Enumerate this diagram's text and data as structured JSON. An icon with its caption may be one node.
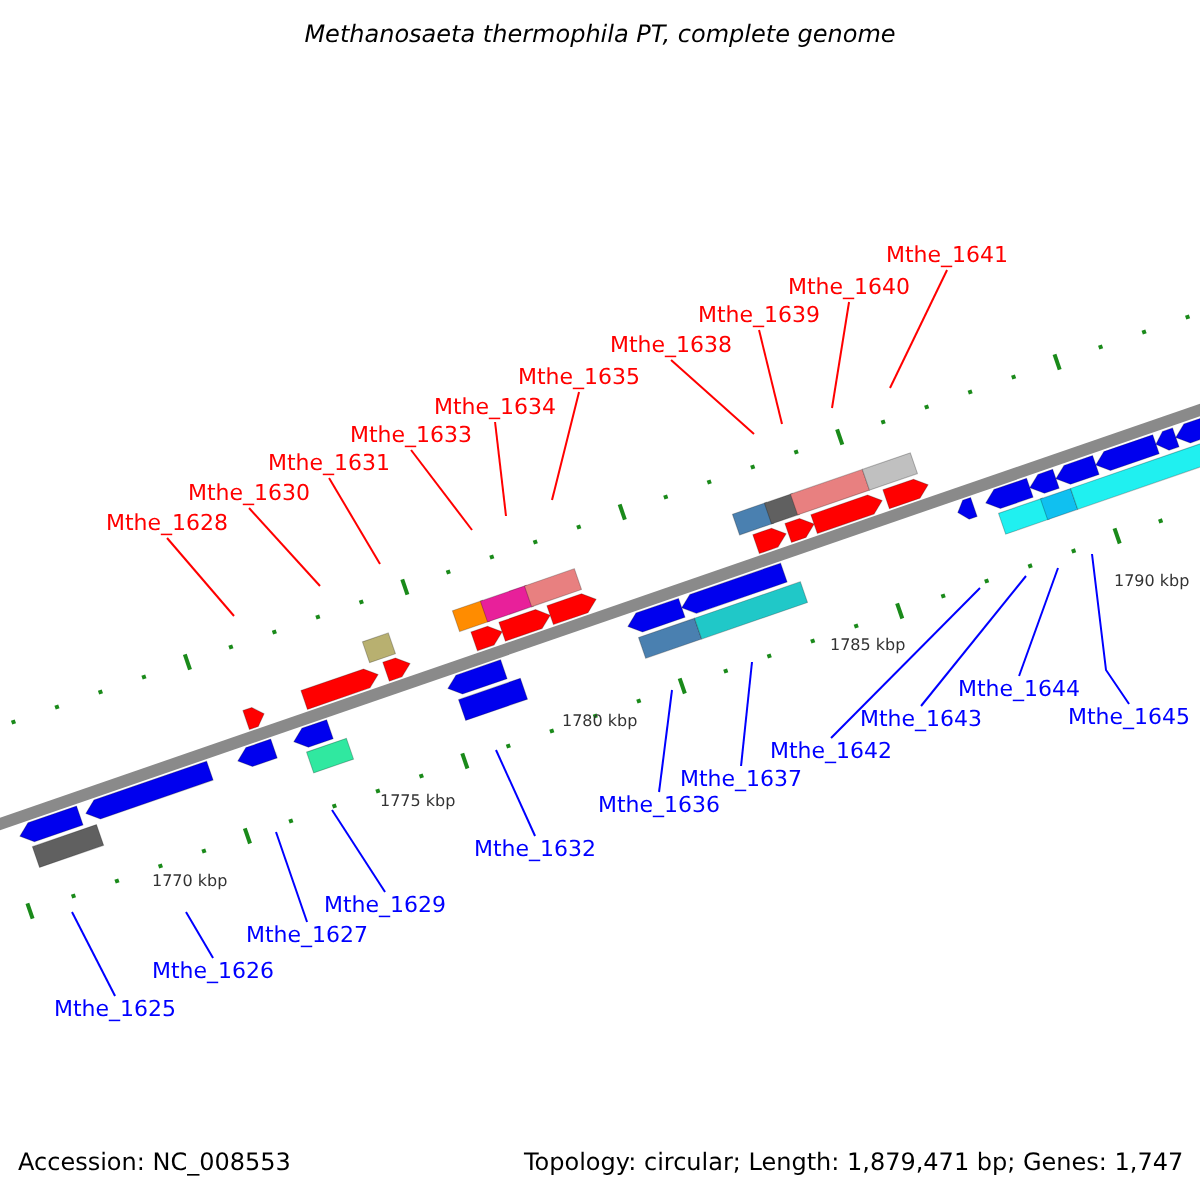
{
  "diagram": {
    "title": "Methanosaeta thermophila PT, complete genome",
    "nodes": [
      {
        "text": [
          "Mthe_1628"
        ]
      },
      {
        "text": [
          "Mthe_1630"
        ]
      },
      {
        "text": [
          "Mthe_1631"
        ]
      },
      {
        "text": [
          "Mthe_1633"
        ]
      },
      {
        "text": [
          "Mthe_1634"
        ]
      },
      {
        "text": [
          "Mthe_1635"
        ]
      },
      {
        "text": [
          "Mthe_1638"
        ]
      },
      {
        "text": [
          "Mthe_1639"
        ]
      },
      {
        "text": [
          "Mthe_1640"
        ]
      },
      {
        "text": [
          "Mthe_1641"
        ]
      },
      {
        "text": [
          "Mthe_1625"
        ]
      },
      {
        "text": [
          "Mthe_1626"
        ]
      },
      {
        "text": [
          "Mthe_1627"
        ]
      },
      {
        "text": [
          "Mthe_1629"
        ]
      },
      {
        "text": [
          "Mthe_1632"
        ]
      },
      {
        "text": [
          "Mthe_1636"
        ]
      },
      {
        "text": [
          "Mthe_1637"
        ]
      },
      {
        "text": [
          "Mthe_1642"
        ]
      },
      {
        "text": [
          "Mthe_1643"
        ]
      },
      {
        "text": [
          "Mthe_1644"
        ]
      },
      {
        "text": [
          "Mthe_1645"
        ]
      }
    ],
    "edges": [
      {
        "from": 0,
        "to": null,
        "arrow": "none",
        "color": "#ff0000"
      },
      {
        "from": 1,
        "to": null,
        "arrow": "none",
        "color": "#ff0000"
      },
      {
        "from": 2,
        "to": null,
        "arrow": "none",
        "color": "#ff0000"
      },
      {
        "from": 3,
        "to": null,
        "arrow": "none",
        "color": "#ff0000"
      },
      {
        "from": 4,
        "to": null,
        "arrow": "none",
        "color": "#ff0000"
      },
      {
        "from": 5,
        "to": null,
        "arrow": "none",
        "color": "#ff0000"
      },
      {
        "from": 6,
        "to": null,
        "arrow": "none",
        "color": "#ff0000"
      },
      {
        "from": 7,
        "to": null,
        "arrow": "none",
        "color": "#ff0000"
      },
      {
        "from": 8,
        "to": null,
        "arrow": "none",
        "color": "#ff0000"
      },
      {
        "from": 9,
        "to": null,
        "arrow": "none",
        "color": "#ff0000"
      },
      {
        "from": 10,
        "to": null,
        "arrow": "none"
      },
      {
        "from": 11,
        "to": null,
        "arrow": "none"
      },
      {
        "from": 12,
        "to": null,
        "arrow": "none"
      },
      {
        "from": 13,
        "to": null,
        "arrow": "none"
      },
      {
        "from": 14,
        "to": null,
        "arrow": "none"
      },
      {
        "from": 15,
        "to": null,
        "arrow": "none"
      },
      {
        "from": 16,
        "to": null,
        "arrow": "none"
      },
      {
        "from": 17,
        "to": null,
        "arrow": "none"
      },
      {
        "from": 18,
        "to": null,
        "arrow": "none"
      },
      {
        "from": 19,
        "to": null,
        "arrow": "none"
      },
      {
        "from": 20,
        "to": null,
        "arrow": "none"
      }
    ],
    "labels": [
      "1770 kbp",
      "1775 kbp",
      "1780 kbp",
      "1785 kbp",
      "1790 kbp",
      "Accession: NC_008553",
      "Topology: circular; Length: 1,879,471 bp; Genes: 1,747"
    ]
  }
}
